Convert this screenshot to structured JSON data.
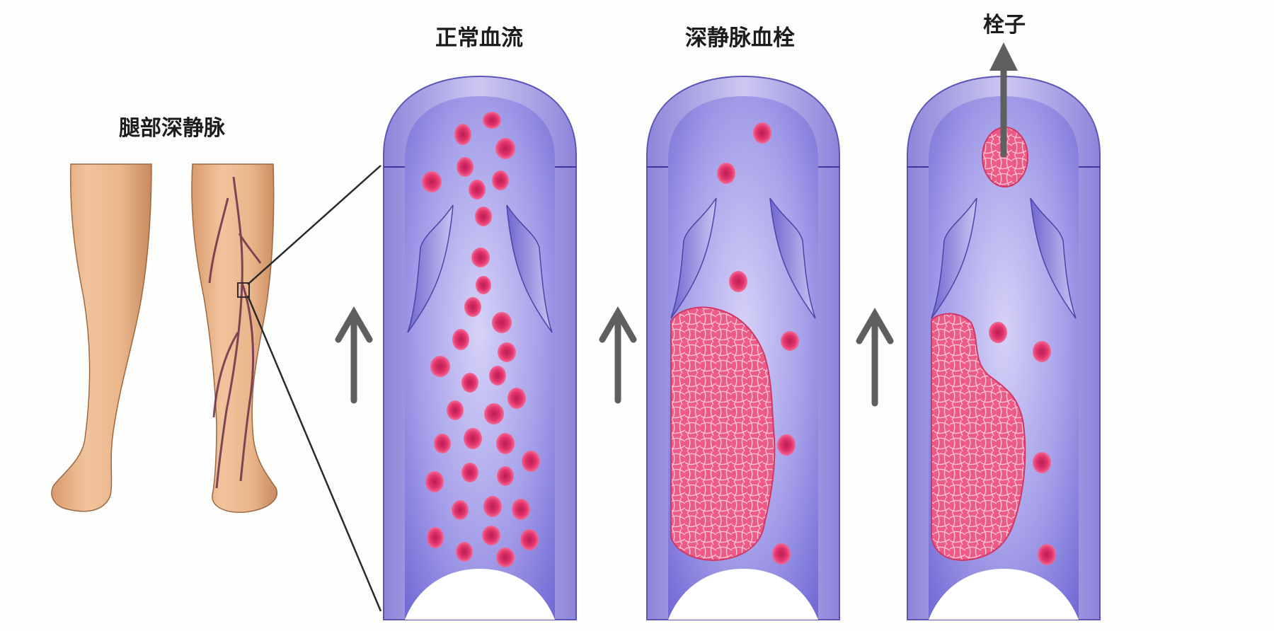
{
  "labels": {
    "leg_deep_vein": "腿部深静脉",
    "normal_flow": "正常血流",
    "deep_vein_thrombosis": "深静脉血栓",
    "embolus": "栓子"
  },
  "colors": {
    "vessel_wall": "#b6aee6",
    "vessel_lumen": "#8c86e0",
    "red_cell": "#e0306a",
    "clot": "#e8487a",
    "skin": "#e9b892",
    "arrow": "#606060"
  },
  "flow_direction": "up"
}
